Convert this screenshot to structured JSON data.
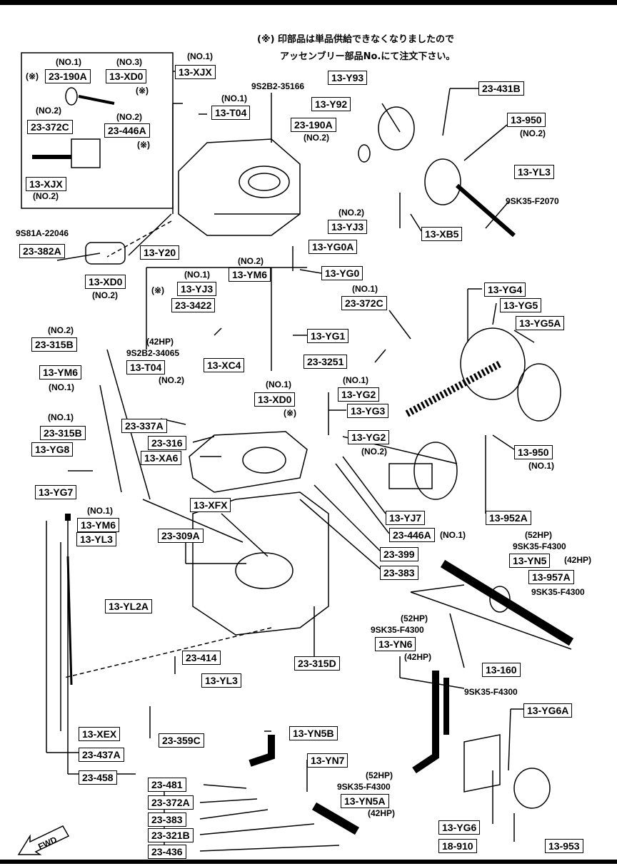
{
  "note": {
    "line1": "(※) 印部品は単品供給できなくなりましたので",
    "line2": "アッセンブリー部品No.にて注文下さい。"
  },
  "fwd_label": "FWD",
  "boxed_labels": [
    {
      "id": "13-XJX-top",
      "text": "13-XJX"
    },
    {
      "id": "23-190A-inset",
      "text": "23-190A"
    },
    {
      "id": "13-XD0-inset",
      "text": "13-XD0"
    },
    {
      "id": "23-372C-inset",
      "text": "23-372C"
    },
    {
      "id": "23-446A-inset",
      "text": "23-446A"
    },
    {
      "id": "13-XJX-inset",
      "text": "13-XJX"
    },
    {
      "id": "13-T04-top",
      "text": "13-T04"
    },
    {
      "id": "13-Y93",
      "text": "13-Y93"
    },
    {
      "id": "23-431B",
      "text": "23-431B"
    },
    {
      "id": "13-Y92",
      "text": "13-Y92"
    },
    {
      "id": "13-950-no2",
      "text": "13-950"
    },
    {
      "id": "23-190A-right",
      "text": "23-190A"
    },
    {
      "id": "13-YL3-top",
      "text": "13-YL3"
    },
    {
      "id": "13-YJ3-top",
      "text": "13-YJ3"
    },
    {
      "id": "13-XB5",
      "text": "13-XB5"
    },
    {
      "id": "23-382A",
      "text": "23-382A"
    },
    {
      "id": "13-Y20",
      "text": "13-Y20"
    },
    {
      "id": "13-XD0-mid",
      "text": "13-XD0"
    },
    {
      "id": "13-YG0A",
      "text": "13-YG0A"
    },
    {
      "id": "13-YG0",
      "text": "13-YG0"
    },
    {
      "id": "13-YM6-top",
      "text": "13-YM6"
    },
    {
      "id": "13-YJ3-mid",
      "text": "13-YJ3"
    },
    {
      "id": "23-3422",
      "text": "23-3422"
    },
    {
      "id": "13-YG4",
      "text": "13-YG4"
    },
    {
      "id": "13-YG5",
      "text": "13-YG5"
    },
    {
      "id": "23-372C-mid",
      "text": "23-372C"
    },
    {
      "id": "13-YG5A",
      "text": "13-YG5A"
    },
    {
      "id": "23-315B-no2",
      "text": "23-315B"
    },
    {
      "id": "13-YG1",
      "text": "13-YG1"
    },
    {
      "id": "23-3251",
      "text": "23-3251"
    },
    {
      "id": "13-T04-mid",
      "text": "13-T04"
    },
    {
      "id": "13-XC4",
      "text": "13-XC4"
    },
    {
      "id": "13-YM6-no1",
      "text": "13-YM6"
    },
    {
      "id": "13-XD0-lower",
      "text": "13-XD0"
    },
    {
      "id": "13-YG2-top",
      "text": "13-YG2"
    },
    {
      "id": "13-YG3",
      "text": "13-YG3"
    },
    {
      "id": "23-337A",
      "text": "23-337A"
    },
    {
      "id": "23-315B-no1",
      "text": "23-315B"
    },
    {
      "id": "23-316",
      "text": "23-316"
    },
    {
      "id": "13-YG2-no2",
      "text": "13-YG2"
    },
    {
      "id": "13-950-no1",
      "text": "13-950"
    },
    {
      "id": "13-YG8",
      "text": "13-YG8"
    },
    {
      "id": "13-XA6",
      "text": "13-XA6"
    },
    {
      "id": "13-YG7",
      "text": "13-YG7"
    },
    {
      "id": "13-XFX",
      "text": "13-XFX"
    },
    {
      "id": "13-YJ7",
      "text": "13-YJ7"
    },
    {
      "id": "13-952A",
      "text": "13-952A"
    },
    {
      "id": "13-YM6-lower",
      "text": "13-YM6"
    },
    {
      "id": "23-446A-no1",
      "text": "23-446A"
    },
    {
      "id": "13-YL3-mid",
      "text": "13-YL3"
    },
    {
      "id": "23-309A",
      "text": "23-309A"
    },
    {
      "id": "23-399",
      "text": "23-399"
    },
    {
      "id": "13-YN5",
      "text": "13-YN5"
    },
    {
      "id": "13-957A",
      "text": "13-957A"
    },
    {
      "id": "23-383-mid",
      "text": "23-383"
    },
    {
      "id": "13-YL2A",
      "text": "13-YL2A"
    },
    {
      "id": "13-YN6",
      "text": "13-YN6"
    },
    {
      "id": "23-315D",
      "text": "23-315D"
    },
    {
      "id": "13-160",
      "text": "13-160"
    },
    {
      "id": "23-414",
      "text": "23-414"
    },
    {
      "id": "13-YL3-low",
      "text": "13-YL3"
    },
    {
      "id": "13-YG6A",
      "text": "13-YG6A"
    },
    {
      "id": "13-XEX",
      "text": "13-XEX"
    },
    {
      "id": "23-359C",
      "text": "23-359C"
    },
    {
      "id": "13-YN5B",
      "text": "13-YN5B"
    },
    {
      "id": "23-437A",
      "text": "23-437A"
    },
    {
      "id": "13-YN7",
      "text": "13-YN7"
    },
    {
      "id": "23-458",
      "text": "23-458"
    },
    {
      "id": "23-481",
      "text": "23-481"
    },
    {
      "id": "13-YN5A",
      "text": "13-YN5A"
    },
    {
      "id": "23-372A",
      "text": "23-372A"
    },
    {
      "id": "23-383-low",
      "text": "23-383"
    },
    {
      "id": "13-YG6",
      "text": "13-YG6"
    },
    {
      "id": "23-321B",
      "text": "23-321B"
    },
    {
      "id": "18-910",
      "text": "18-910"
    },
    {
      "id": "13-953",
      "text": "13-953"
    },
    {
      "id": "23-436",
      "text": "23-436"
    }
  ],
  "plain_labels": [
    {
      "id": "no1-xjx",
      "text": "(NO.1)"
    },
    {
      "id": "no1-inset",
      "text": "(NO.1)"
    },
    {
      "id": "no3-inset",
      "text": "(NO.3)"
    },
    {
      "id": "mark-190a",
      "text": "(※)"
    },
    {
      "id": "mark-xd0",
      "text": "(※)"
    },
    {
      "id": "no2-inset-a",
      "text": "(NO.2)"
    },
    {
      "id": "no2-inset-b",
      "text": "(NO.2)"
    },
    {
      "id": "mark-inset-mid",
      "text": "(※)"
    },
    {
      "id": "no2-inset-c",
      "text": "(NO.2)"
    },
    {
      "id": "p-35166",
      "text": "9S2B2-35166"
    },
    {
      "id": "no1-t04",
      "text": "(NO.1)"
    },
    {
      "id": "no2-190a",
      "text": "(NO.2)"
    },
    {
      "id": "no2-950",
      "text": "(NO.2)"
    },
    {
      "id": "p-f2070",
      "text": "9SK35-F2070"
    },
    {
      "id": "no2-yj3",
      "text": "(NO.2)"
    },
    {
      "id": "p-22046",
      "text": "9S81A-22046"
    },
    {
      "id": "no2-xd0",
      "text": "(NO.2)"
    },
    {
      "id": "no2-ym6",
      "text": "(NO.2)"
    },
    {
      "id": "no1-yj3",
      "text": "(NO.1)"
    },
    {
      "id": "mark-mid",
      "text": "(※)"
    },
    {
      "id": "no1-372c",
      "text": "(NO.1)"
    },
    {
      "id": "no2-315b",
      "text": "(NO.2)"
    },
    {
      "id": "hp42-t04",
      "text": "(42HP)"
    },
    {
      "id": "p-34065",
      "text": "9S2B2-34065"
    },
    {
      "id": "no2-xc4",
      "text": "(NO.2)"
    },
    {
      "id": "no1-xd0",
      "text": "(NO.1)"
    },
    {
      "id": "no1-ym6",
      "text": "(NO.1)"
    },
    {
      "id": "mark-xd0-low",
      "text": "(※)"
    },
    {
      "id": "no1-yg2",
      "text": "(NO.1)"
    },
    {
      "id": "no1-315b",
      "text": "(NO.1)"
    },
    {
      "id": "no2-yg2",
      "text": "(NO.2)"
    },
    {
      "id": "no1-950",
      "text": "(NO.1)"
    },
    {
      "id": "no1-ym6-low",
      "text": "(NO.1)"
    },
    {
      "id": "no1-446a",
      "text": "(NO.1)"
    },
    {
      "id": "hp52-yn5",
      "text": "(52HP)"
    },
    {
      "id": "p-f4300-a",
      "text": "9SK35-F4300"
    },
    {
      "id": "hp42-yn5",
      "text": "(42HP)"
    },
    {
      "id": "p-f4300-b",
      "text": "9SK35-F4300"
    },
    {
      "id": "hp52-yn6",
      "text": "(52HP)"
    },
    {
      "id": "p-f4300-c",
      "text": "9SK35-F4300"
    },
    {
      "id": "hp42-yn6",
      "text": "(42HP)"
    },
    {
      "id": "p-f4300-d",
      "text": "9SK35-F4300"
    },
    {
      "id": "hp52-yn5a",
      "text": "(52HP)"
    },
    {
      "id": "p-f4300-e",
      "text": "9SK35-F4300"
    },
    {
      "id": "hp42-yn5a",
      "text": "(42HP)"
    }
  ]
}
